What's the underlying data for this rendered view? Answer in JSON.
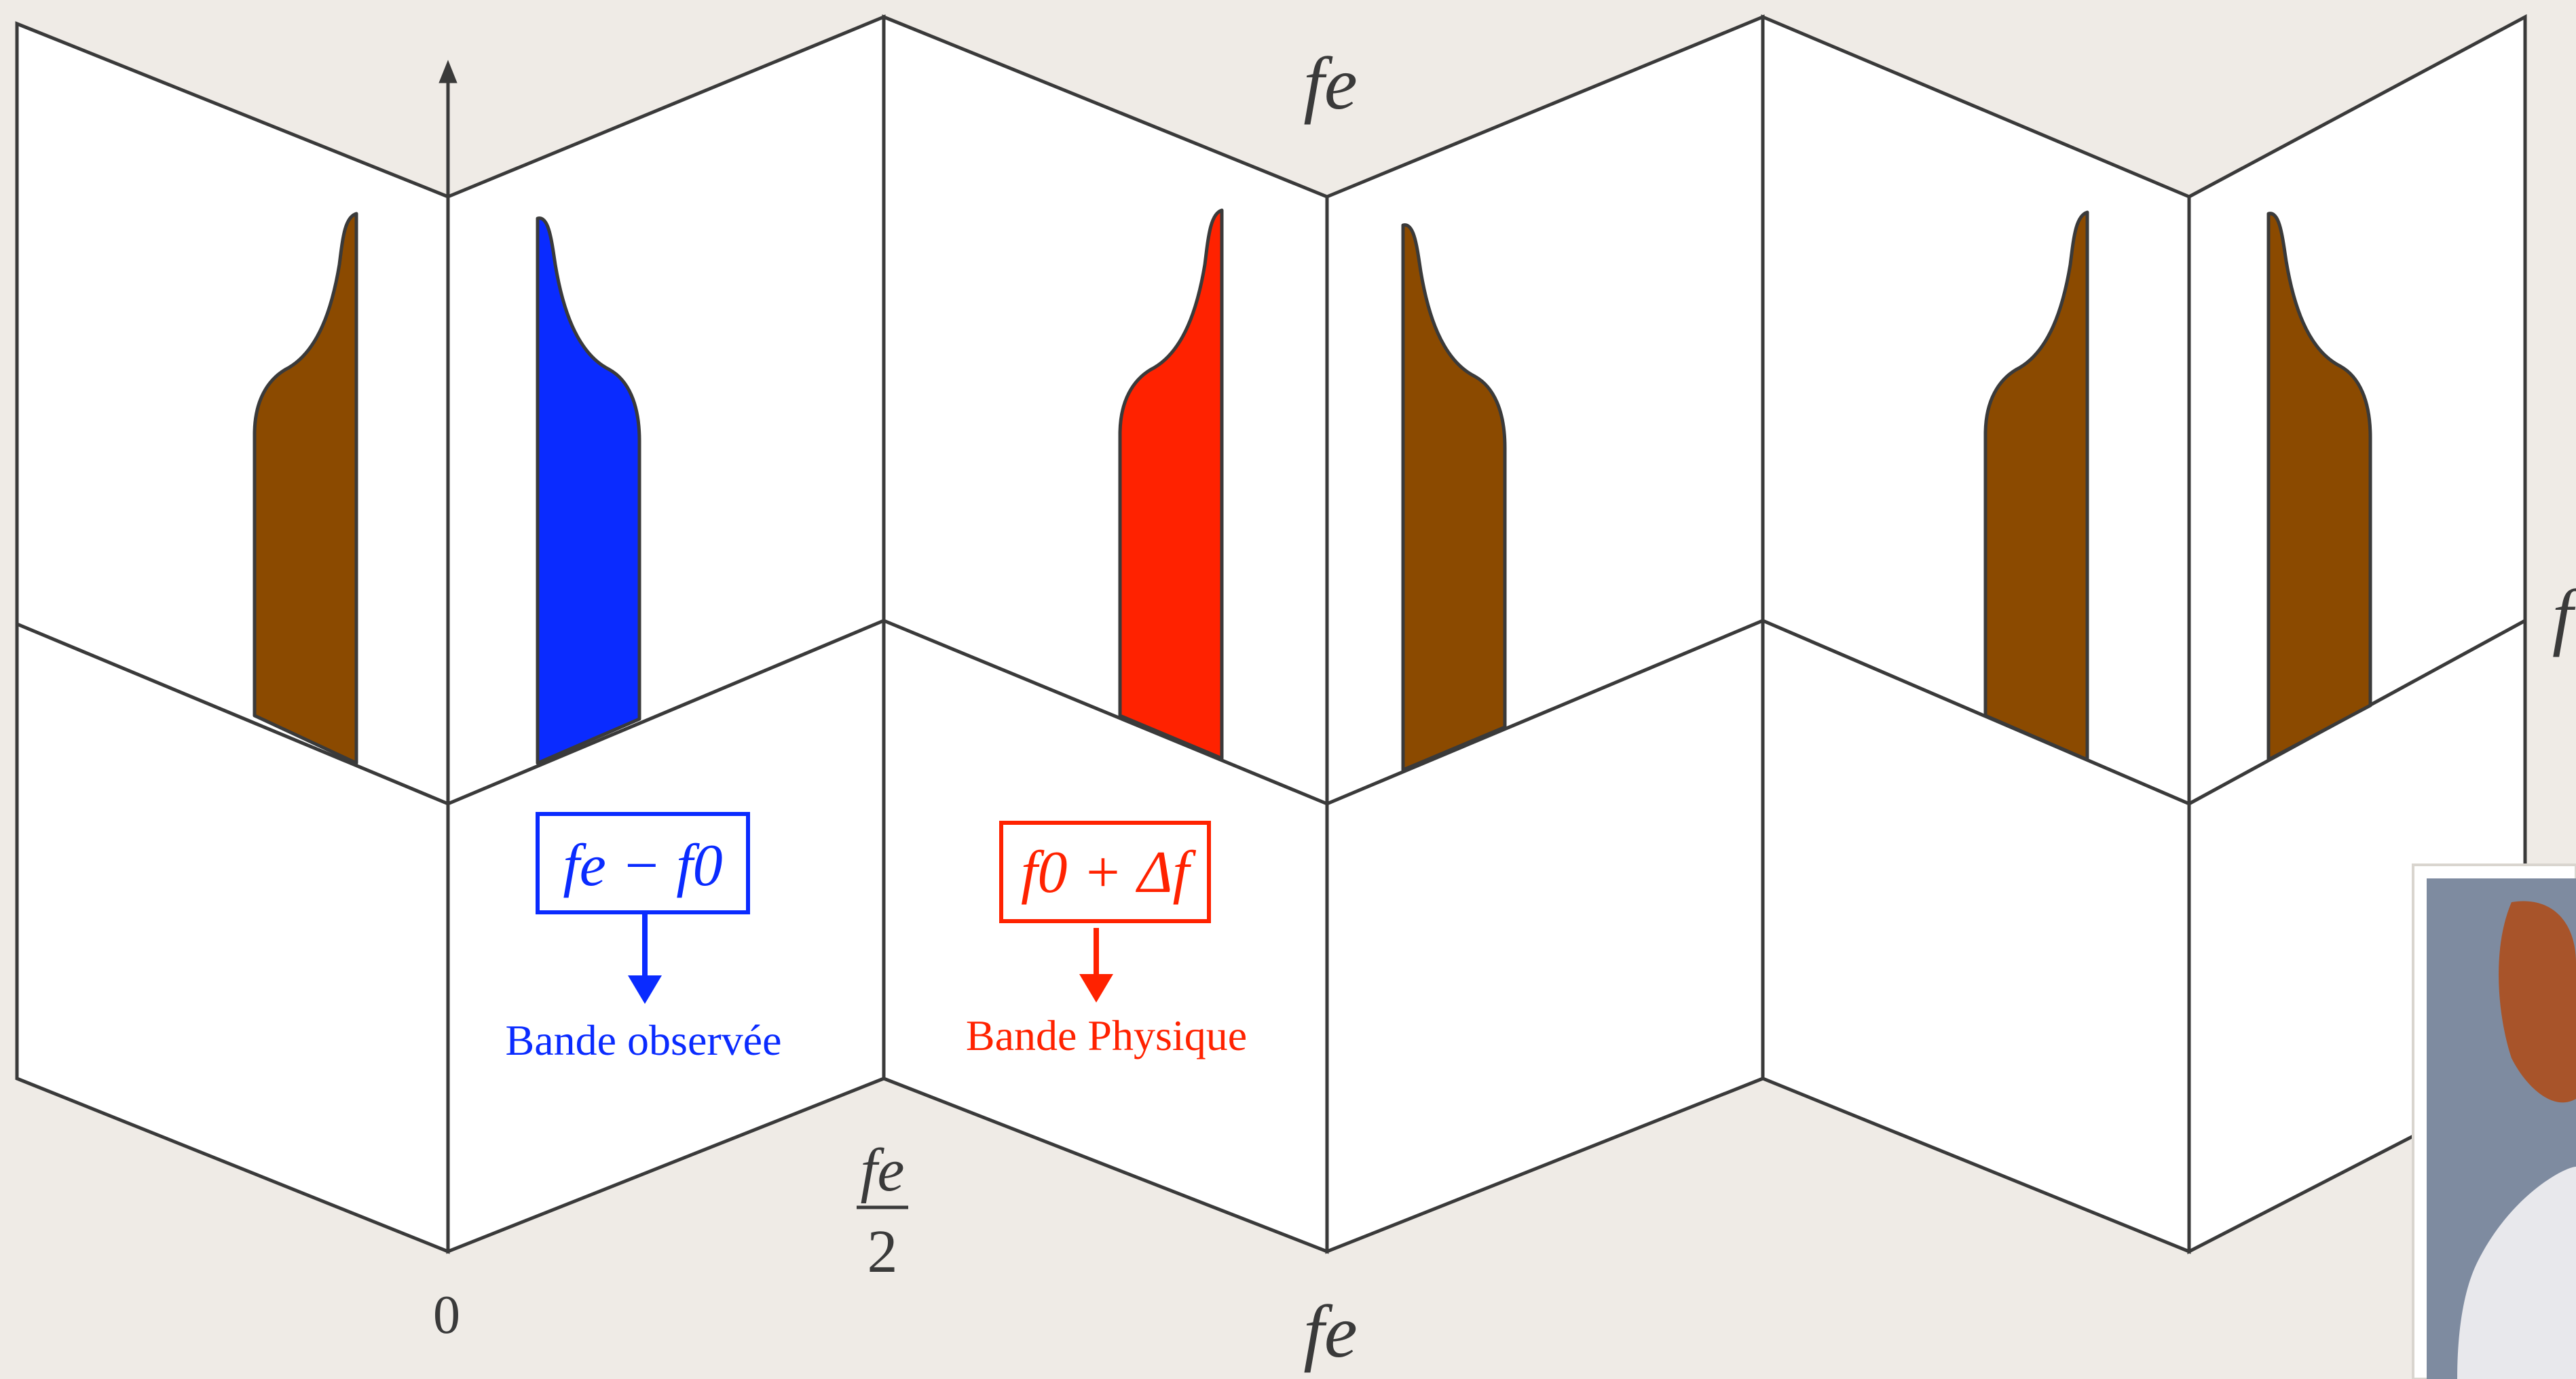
{
  "diagram": {
    "labels": {
      "fe_top": "fe",
      "fe_bottom": "fe",
      "fe_half_num": "fe",
      "fe_half_den": "2",
      "zero": "0",
      "right_edge": "f"
    },
    "observed_box": {
      "expression": "fe − f0",
      "caption": "Bande observée",
      "color": "#0a2bff"
    },
    "physical_box": {
      "expression": "f0 + Δf",
      "caption": "Bande Physique",
      "color": "#ff2200"
    },
    "colors": {
      "alias_band": "#8b4a00",
      "observed_band": "#0a2bff",
      "physical_band": "#ff2200",
      "panel": "#ffffff",
      "stroke": "#3a3a3a",
      "background": "#efebe6"
    }
  }
}
